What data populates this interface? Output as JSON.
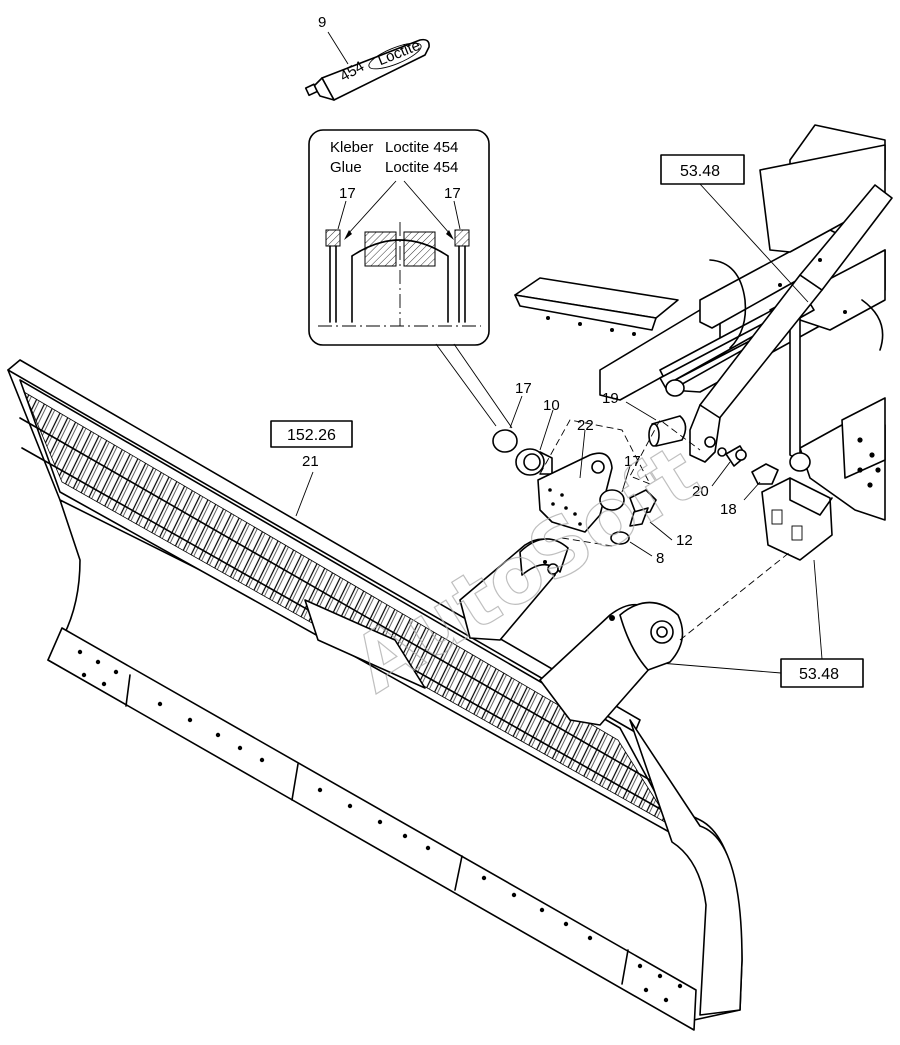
{
  "tube": {
    "number": "9",
    "brand": "Loctite",
    "code": "454"
  },
  "detail": {
    "line1_a": "Kleber",
    "line1_b": "Loctite 454",
    "line2_a": "Glue",
    "line2_b": "Loctite 454",
    "callout_left": "17",
    "callout_right": "17"
  },
  "references": {
    "frame_ref": "53.48",
    "blade_ref": "152.26",
    "arm_ref": "53.48"
  },
  "callouts": {
    "c21": "21",
    "c17a": "17",
    "c10": "10",
    "c22": "22",
    "c19": "19",
    "c17b": "17",
    "c20": "20",
    "c18": "18",
    "c12": "12",
    "c8": "8"
  },
  "watermark": "AutoSoft"
}
